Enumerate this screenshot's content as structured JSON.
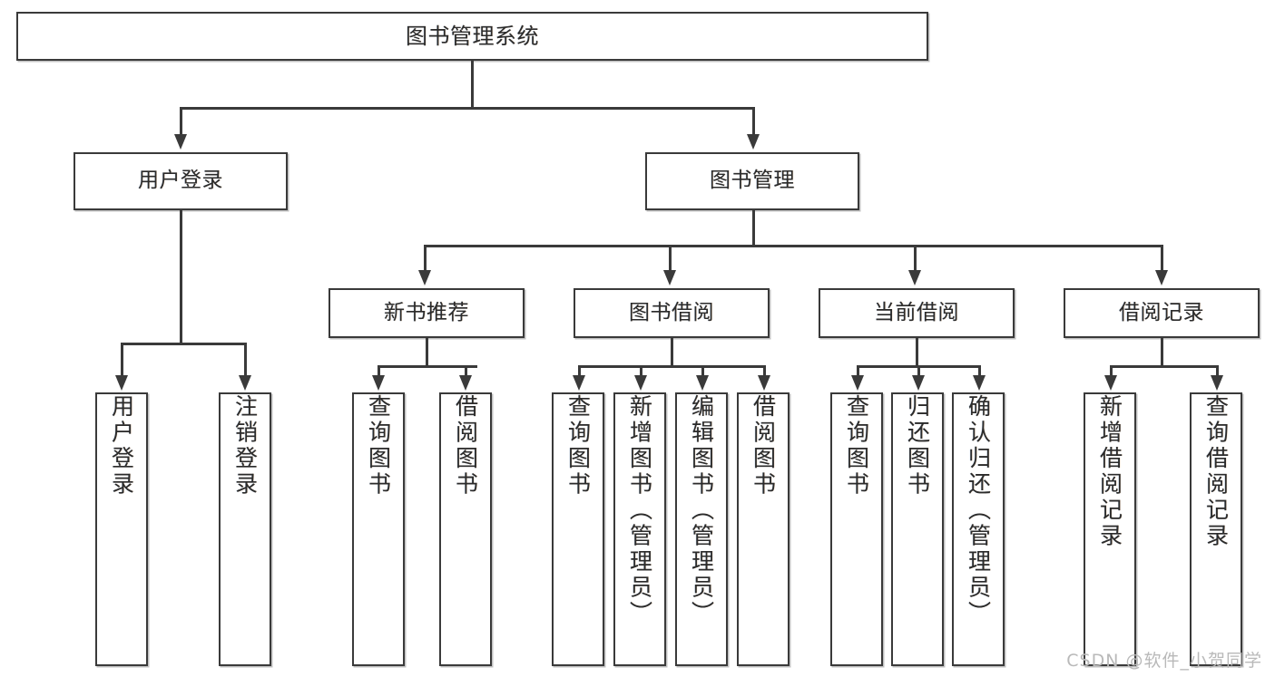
{
  "diagram": {
    "title": "图书管理系统",
    "type": "tree",
    "watermark": "CSDN @软件_小贺同学",
    "colors": {
      "background": "#ffffff",
      "border": "#3a3a3a",
      "text": "#2b2b2b",
      "watermark": "#b9b9b9"
    },
    "root": {
      "label": "图书管理系统"
    },
    "level2": [
      {
        "label": "用户登录"
      },
      {
        "label": "图书管理"
      }
    ],
    "level3": [
      {
        "label": "新书推荐"
      },
      {
        "label": "图书借阅"
      },
      {
        "label": "当前借阅"
      },
      {
        "label": "借阅记录"
      }
    ],
    "leaves": {
      "user_login": [
        {
          "label": "用户登录"
        },
        {
          "label": "注销登录"
        }
      ],
      "new_book_recommend": [
        {
          "label": "查询图书"
        },
        {
          "label": "借阅图书"
        }
      ],
      "book_borrow": [
        {
          "label": "查询图书"
        },
        {
          "label": "新增图书（管理员）"
        },
        {
          "label": "编辑图书（管理员）"
        },
        {
          "label": "借阅图书"
        }
      ],
      "current_borrow": [
        {
          "label": "查询图书"
        },
        {
          "label": "归还图书"
        },
        {
          "label": "确认归还（管理员）"
        }
      ],
      "borrow_record": [
        {
          "label": "新增借阅记录"
        },
        {
          "label": "查询借阅记录"
        }
      ]
    }
  }
}
